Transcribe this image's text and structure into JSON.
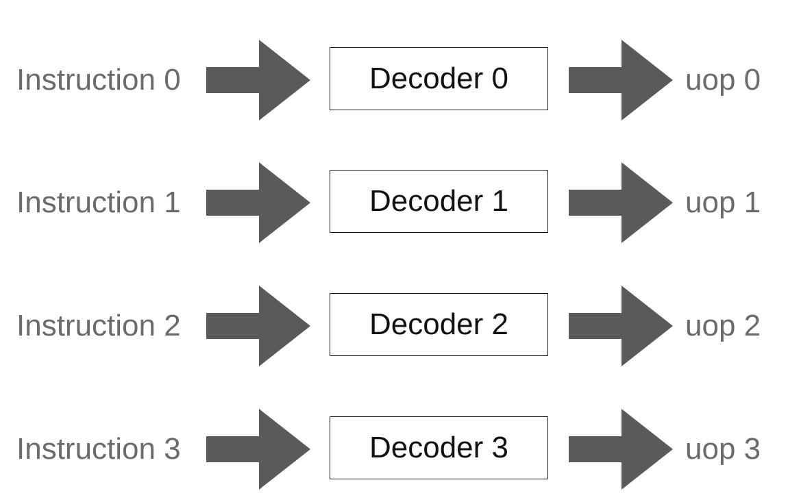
{
  "colors": {
    "arrow": "#5a5a5a",
    "side_text": "#6b6b6b",
    "box_text": "#111111",
    "box_border": "#111111"
  },
  "rows": [
    {
      "instruction": "Instruction 0",
      "decoder": "Decoder 0",
      "uop": "uop 0"
    },
    {
      "instruction": "Instruction 1",
      "decoder": "Decoder 1",
      "uop": "uop 1"
    },
    {
      "instruction": "Instruction 2",
      "decoder": "Decoder 2",
      "uop": "uop 2"
    },
    {
      "instruction": "Instruction 3",
      "decoder": "Decoder 3",
      "uop": "uop 3"
    }
  ]
}
